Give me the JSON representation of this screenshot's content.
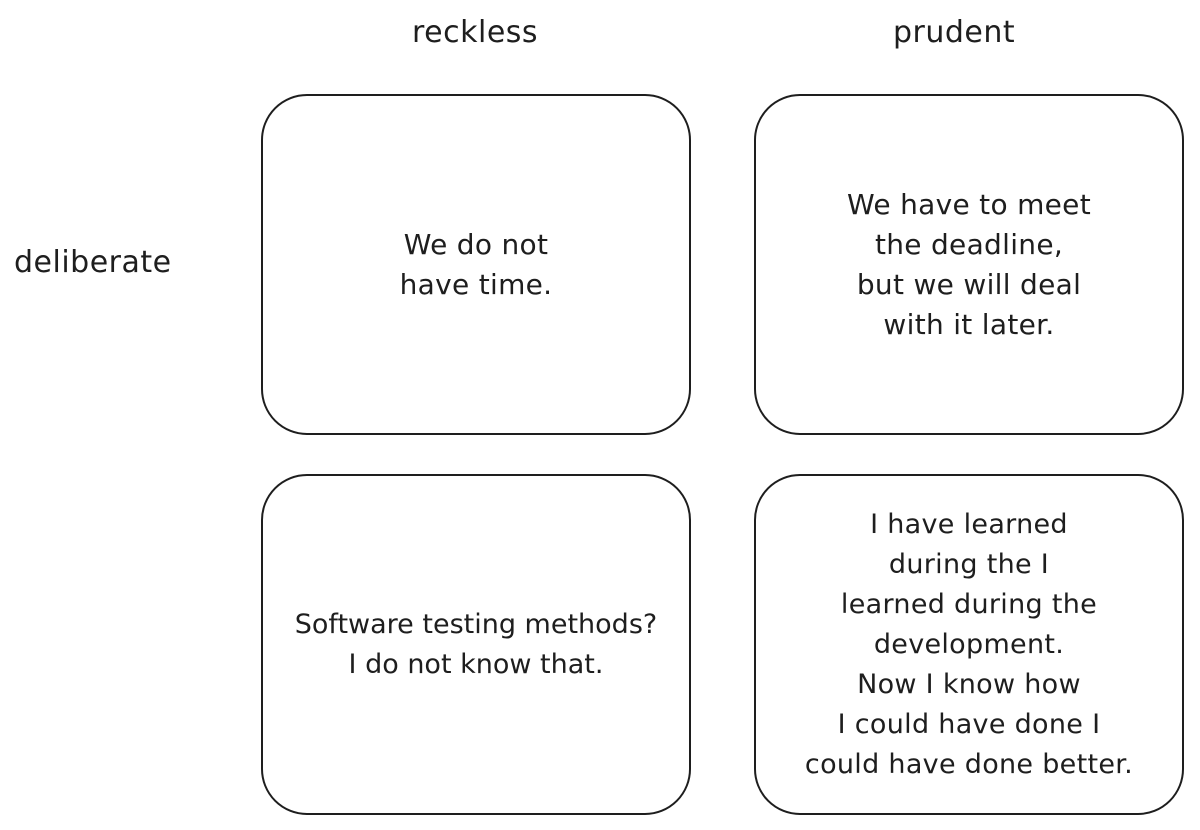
{
  "columns": {
    "reckless": "reckless",
    "prudent": "prudent"
  },
  "rows": {
    "deliberate": "deliberate"
  },
  "quadrants": {
    "reckless_deliberate": "We do not\nhave time.",
    "prudent_deliberate": "We have to meet\nthe deadline,\nbut we will deal\nwith it later.",
    "reckless_inadvertent": "Software testing methods?\nI do not know that.",
    "prudent_inadvertent": "I have learned\nduring the I\nlearned during the\ndevelopment.\nNow I know how\nI could have done I\ncould have done better."
  }
}
